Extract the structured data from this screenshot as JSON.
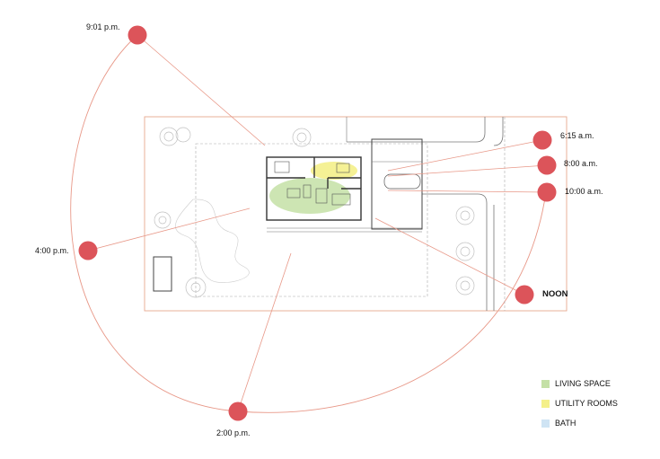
{
  "sun_positions": [
    {
      "time": "6:15 a.m."
    },
    {
      "time": "8:00 a.m."
    },
    {
      "time": "10:00 a.m."
    },
    {
      "time": "NOON"
    },
    {
      "time": "2:00 p.m."
    },
    {
      "time": "4:00 p.m."
    },
    {
      "time": "9:01 p.m."
    }
  ],
  "legend": [
    {
      "label": "LIVING SPACE",
      "color": "#c4e0a6"
    },
    {
      "label": "UTILITY ROOMS",
      "color": "#f4f08a"
    },
    {
      "label": "BATH",
      "color": "#cfe4f4"
    }
  ],
  "colors": {
    "sun": "#dc545a",
    "sun_path": "#e89888",
    "site_line": "#e8a890",
    "wall": "#333333",
    "tree": "#c8c8c8"
  }
}
